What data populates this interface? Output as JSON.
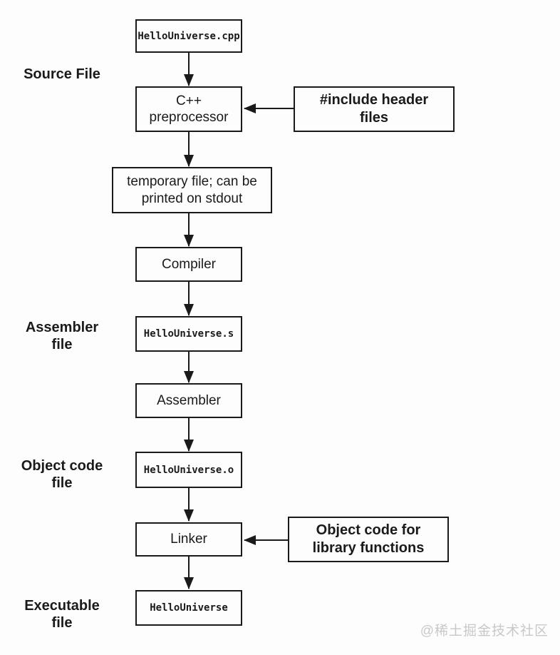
{
  "colors": {
    "line": "#1a1a1a",
    "text": "#1a1a1a",
    "watermark_text": "#c8c8c8",
    "background": "#fdfdfd"
  },
  "flowchart": {
    "stages": [
      {
        "label": "Source File"
      },
      {
        "label": "Assembler\nfile"
      },
      {
        "label": "Object code\nfile"
      },
      {
        "label": "Executable\nfile"
      }
    ],
    "nodes": [
      {
        "label": "HelloUniverse.cpp",
        "kind": "file"
      },
      {
        "label": "C++\npreprocessor",
        "kind": "process"
      },
      {
        "label": "temporary file; can be\nprinted on stdout",
        "kind": "process"
      },
      {
        "label": "Compiler",
        "kind": "process"
      },
      {
        "label": "HelloUniverse.s",
        "kind": "file"
      },
      {
        "label": "Assembler",
        "kind": "process"
      },
      {
        "label": "HelloUniverse.o",
        "kind": "file"
      },
      {
        "label": "Linker",
        "kind": "process"
      },
      {
        "label": "HelloUniverse",
        "kind": "file"
      }
    ],
    "inputs": [
      {
        "label": "#include header\nfiles"
      },
      {
        "label": "Object code for\nlibrary functions"
      }
    ]
  },
  "watermark": {
    "text": "@稀土掘金技术社区"
  }
}
